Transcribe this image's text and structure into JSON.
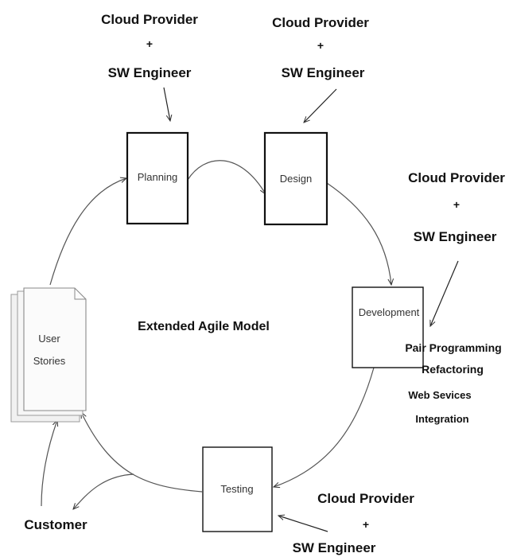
{
  "title": "Extended Agile Model",
  "stakeholder": {
    "line1": "Cloud Provider",
    "plus": "+",
    "line2": "SW Engineer"
  },
  "stages": {
    "planning": "Planning",
    "design": "Design",
    "development": "Development",
    "testing": "Testing"
  },
  "user_stories": {
    "line1": "User",
    "line2": "Stories"
  },
  "customer": "Customer",
  "development_practices": [
    "Pair Programming",
    "Refactoring",
    "Web Sevices",
    "Integration"
  ]
}
